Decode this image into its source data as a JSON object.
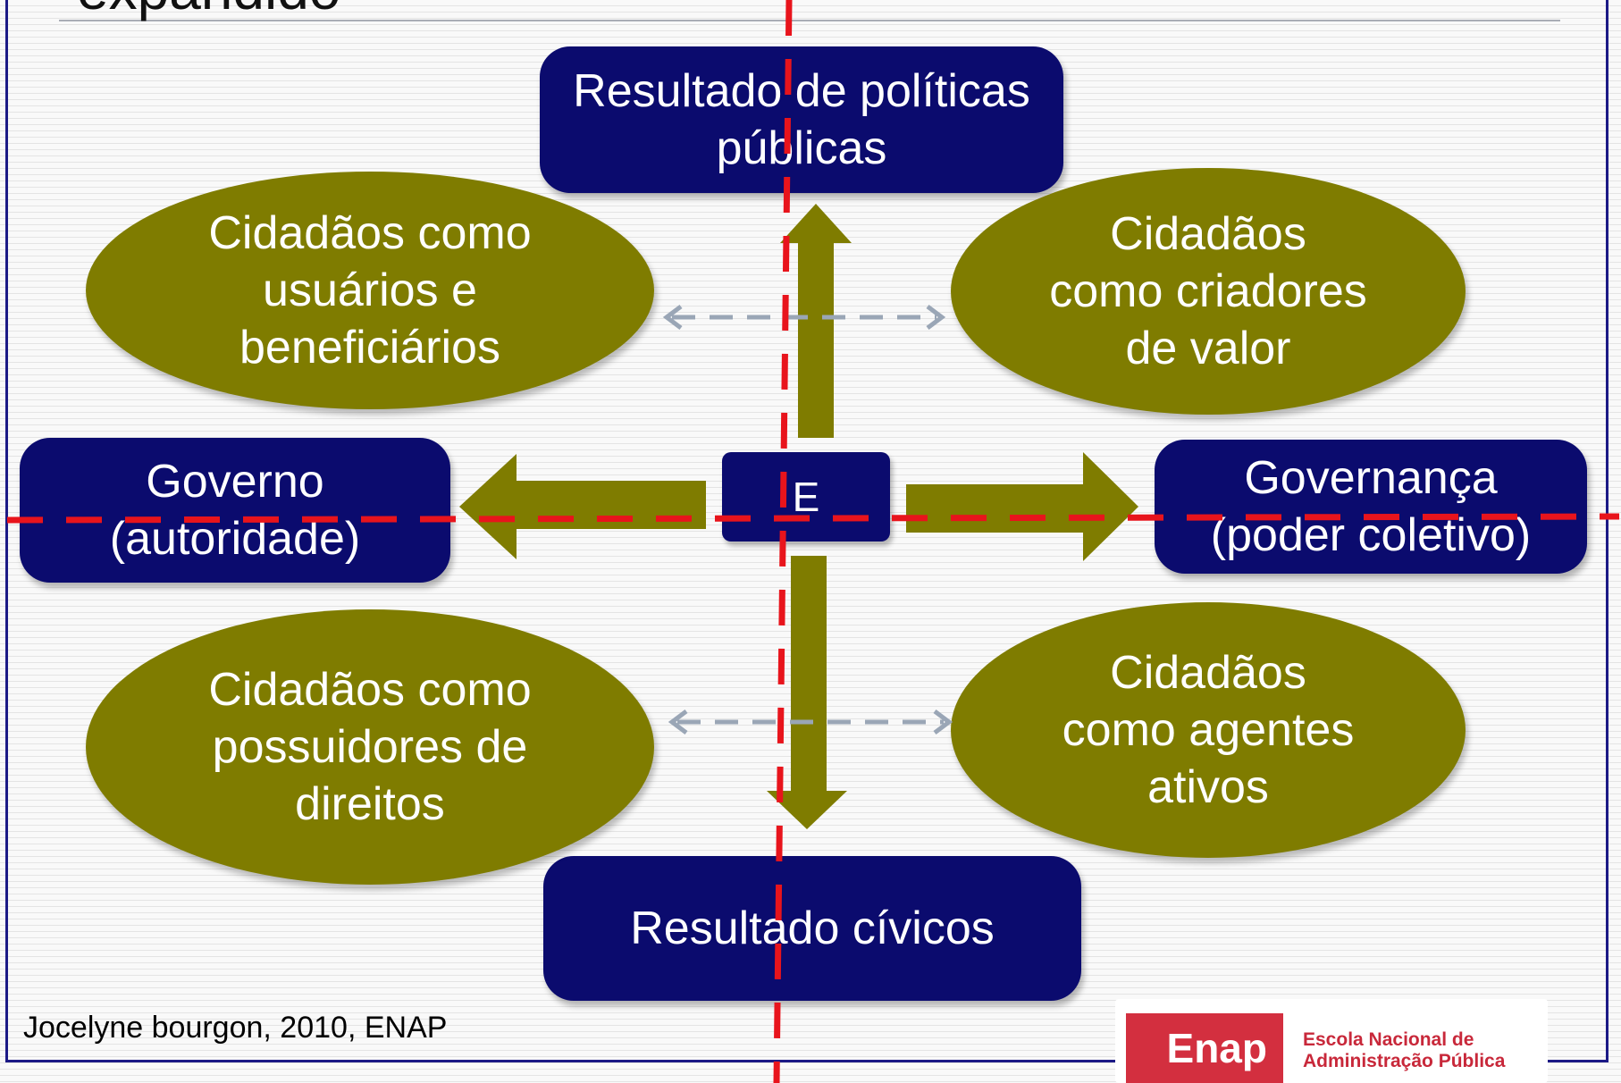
{
  "slide": {
    "title": "expandido"
  },
  "boxes": {
    "top": "Resultado de políticas\npúblicas",
    "bottom": "Resultado cívicos",
    "left": "Governo\n(autoridade)",
    "right": "Governança\n(poder coletivo)",
    "center": "E"
  },
  "ellipses": {
    "top_left": "Cidadãos como\nusuários e\nbeneficiários",
    "top_right": "Cidadãos\ncomo criadores\nde valor",
    "bottom_left": "Cidadãos como\npossuidores de\ndireitos",
    "bottom_right": "Cidadãos\ncomo agentes\nativos"
  },
  "citation": "Jocelyne bourgon, 2010, ENAP",
  "logo": {
    "brand": "Enap",
    "line1": "Escola Nacional de",
    "line2": "Administração Pública"
  },
  "colors": {
    "box_navy": "#0b0b6e",
    "ellipse_olive": "#7f7c00",
    "arrow_olive": "#7f7c00",
    "guide_red": "#e8141c",
    "dashed_gray": "#9aa6b6",
    "logo_red": "#d32f3f"
  }
}
